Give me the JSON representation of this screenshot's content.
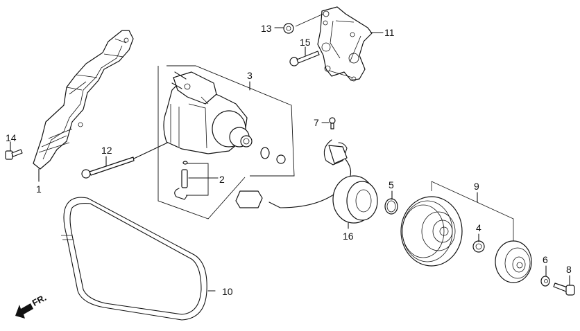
{
  "diagram": {
    "title": "A/C compressor exploded parts diagram",
    "direction_indicator": {
      "label": "FR.",
      "icon": "front-direction-arrow"
    },
    "callouts": [
      {
        "id": "1",
        "label": "1"
      },
      {
        "id": "2",
        "label": "2"
      },
      {
        "id": "3",
        "label": "3"
      },
      {
        "id": "4",
        "label": "4"
      },
      {
        "id": "5",
        "label": "5"
      },
      {
        "id": "6",
        "label": "6"
      },
      {
        "id": "7",
        "label": "7"
      },
      {
        "id": "8",
        "label": "8"
      },
      {
        "id": "9",
        "label": "9"
      },
      {
        "id": "10",
        "label": "10"
      },
      {
        "id": "11",
        "label": "11"
      },
      {
        "id": "12",
        "label": "12"
      },
      {
        "id": "13",
        "label": "13"
      },
      {
        "id": "14",
        "label": "14"
      },
      {
        "id": "15",
        "label": "15"
      },
      {
        "id": "16",
        "label": "16"
      }
    ],
    "parts": [
      {
        "callout": "1",
        "icon": "heat-shield-bracket"
      },
      {
        "callout": "2",
        "icon": "relief-valve-kit"
      },
      {
        "callout": "3",
        "icon": "compressor-assembly"
      },
      {
        "callout": "4",
        "icon": "shim"
      },
      {
        "callout": "5",
        "icon": "snap-ring"
      },
      {
        "callout": "6",
        "icon": "washer"
      },
      {
        "callout": "7",
        "icon": "screw"
      },
      {
        "callout": "8",
        "icon": "bolt"
      },
      {
        "callout": "9",
        "icon": "clutch-set"
      },
      {
        "callout": "10",
        "icon": "drive-belt"
      },
      {
        "callout": "11",
        "icon": "compressor-bracket"
      },
      {
        "callout": "12",
        "icon": "long-bolt"
      },
      {
        "callout": "13",
        "icon": "flange-nut"
      },
      {
        "callout": "14",
        "icon": "flange-bolt"
      },
      {
        "callout": "15",
        "icon": "flange-bolt"
      },
      {
        "callout": "16",
        "icon": "field-coil"
      }
    ]
  }
}
